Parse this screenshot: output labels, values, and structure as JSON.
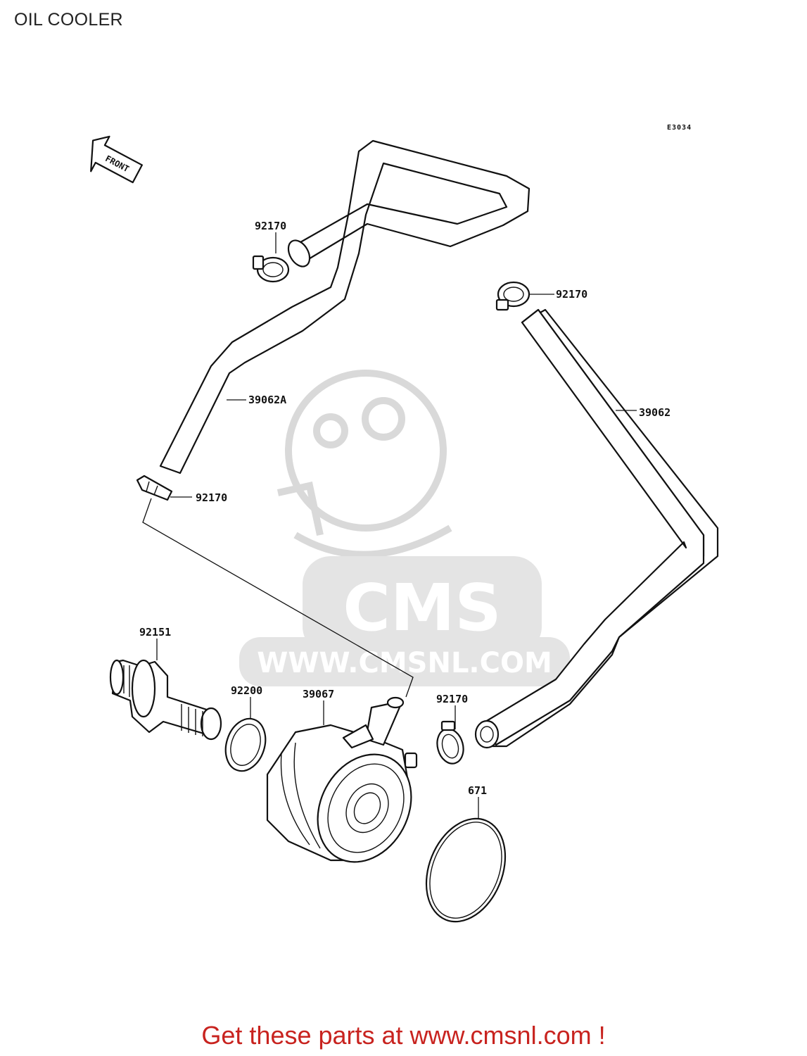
{
  "page": {
    "title": "OIL COOLER",
    "footer": "Get these parts at www.cmsnl.com !"
  },
  "diagram": {
    "code": "E3034",
    "front_label": "FRONT",
    "watermark": {
      "logo_text": "CMS",
      "url_text": "WWW.CMSNL.COM"
    },
    "callouts": [
      "92170",
      "92170",
      "39062A",
      "39062",
      "92170",
      "92151",
      "92200",
      "39067",
      "92170",
      "671"
    ]
  },
  "colors": {
    "footer_text": "#c8231f",
    "line_art": "#111111",
    "watermark": "#d9d9d9"
  }
}
